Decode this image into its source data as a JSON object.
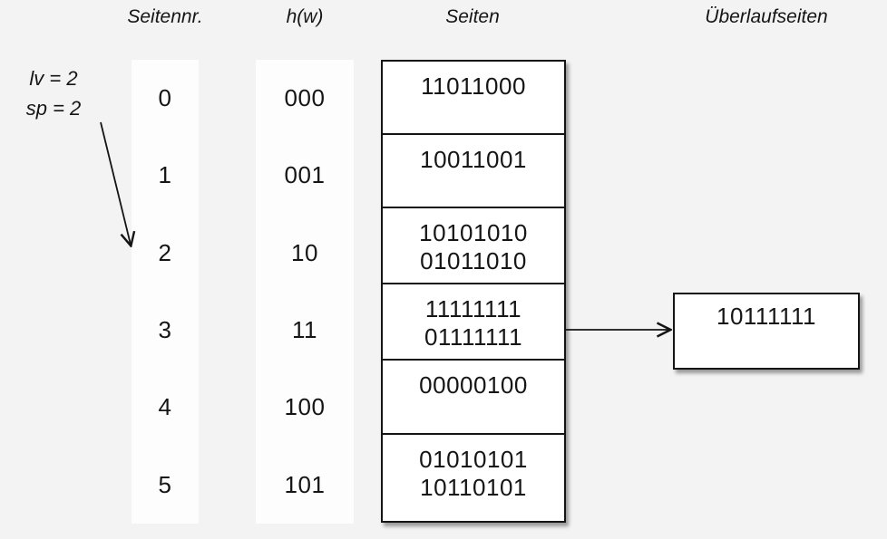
{
  "headers": {
    "seitennr": "Seitennr.",
    "hw": "h(w)",
    "seiten": "Seiten",
    "ueberlaufseiten": "Überlaufseiten"
  },
  "annotation": {
    "lv": "lv = 2",
    "sp": "sp = 2"
  },
  "rows": [
    {
      "nr": "0",
      "hash": "000",
      "entries": [
        "11011000"
      ]
    },
    {
      "nr": "1",
      "hash": "001",
      "entries": [
        "10011001"
      ]
    },
    {
      "nr": "2",
      "hash": "10",
      "entries": [
        "10101010",
        "01011010"
      ]
    },
    {
      "nr": "3",
      "hash": "11",
      "entries": [
        "11111111",
        "01111111"
      ]
    },
    {
      "nr": "4",
      "hash": "100",
      "entries": [
        "00000100"
      ]
    },
    {
      "nr": "5",
      "hash": "101",
      "entries": [
        "01010101",
        "10110101"
      ]
    }
  ],
  "overflow": {
    "linked_row_nr": "3",
    "entries": [
      "10111111"
    ]
  },
  "colors": {
    "background": "#f3f3f3",
    "column_bg": "#fdfdfd",
    "box_bg": "#ffffff",
    "border": "#141414",
    "text": "#151515"
  }
}
